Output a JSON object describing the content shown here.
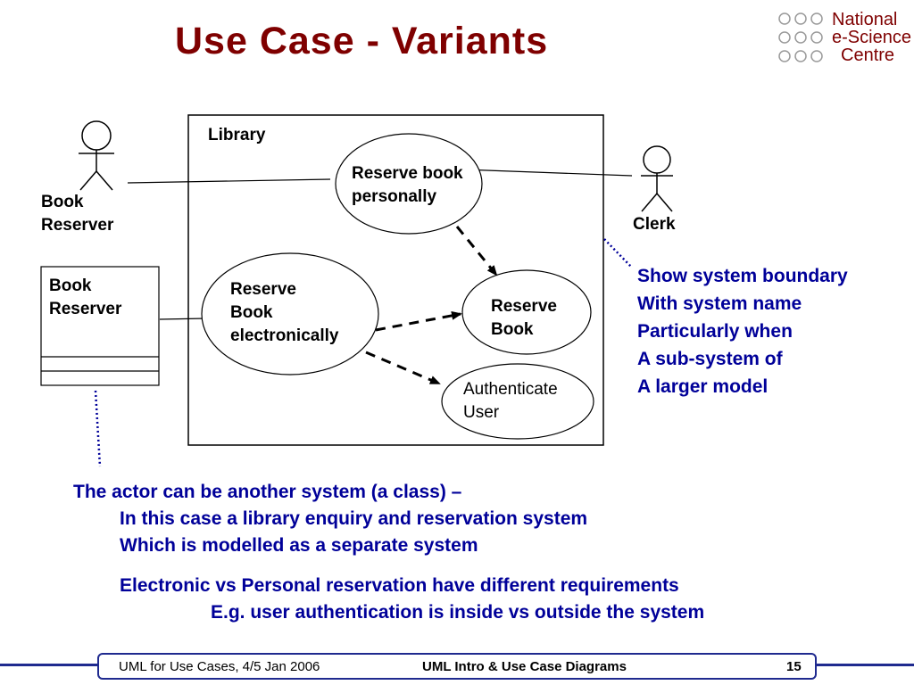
{
  "slide": {
    "title": "Use Case - Variants"
  },
  "logo": {
    "line1": "National",
    "line2": "e-Science",
    "line3": "Centre"
  },
  "diagram": {
    "system_name": "Library",
    "actor_left_label_line1": "Book",
    "actor_left_label_line2": "Reserver",
    "actor_right_label": "Clerk",
    "class_box_line1": "Book",
    "class_box_line2": "Reserver",
    "usecase_personal_line1": "Reserve book",
    "usecase_personal_line2": "personally",
    "usecase_electronic_line1": "Reserve",
    "usecase_electronic_line2": "Book",
    "usecase_electronic_line3": "electronically",
    "usecase_reserve_line1": "Reserve",
    "usecase_reserve_line2": "Book",
    "usecase_auth_line1": "Authenticate",
    "usecase_auth_line2": "User"
  },
  "notes": {
    "boundary": [
      "Show system boundary",
      "With system name",
      "Particularly when",
      "A sub-system of",
      "A larger model"
    ],
    "actor_line1": "The actor can be another system (a class) –",
    "actor_line2": "In this case a library enquiry and reservation system",
    "actor_line3": "Which is modelled as a separate system",
    "variant_line1": "Electronic vs Personal reservation have different requirements",
    "variant_line2": "E.g. user authentication is inside vs outside the system"
  },
  "footer": {
    "left": "UML for Use Cases, 4/5 Jan 2006",
    "center": "UML Intro & Use Case Diagrams",
    "page": "15"
  },
  "colors": {
    "title": "#7f0000",
    "note_text": "#000099",
    "footer_border": "#1f2a8f"
  }
}
